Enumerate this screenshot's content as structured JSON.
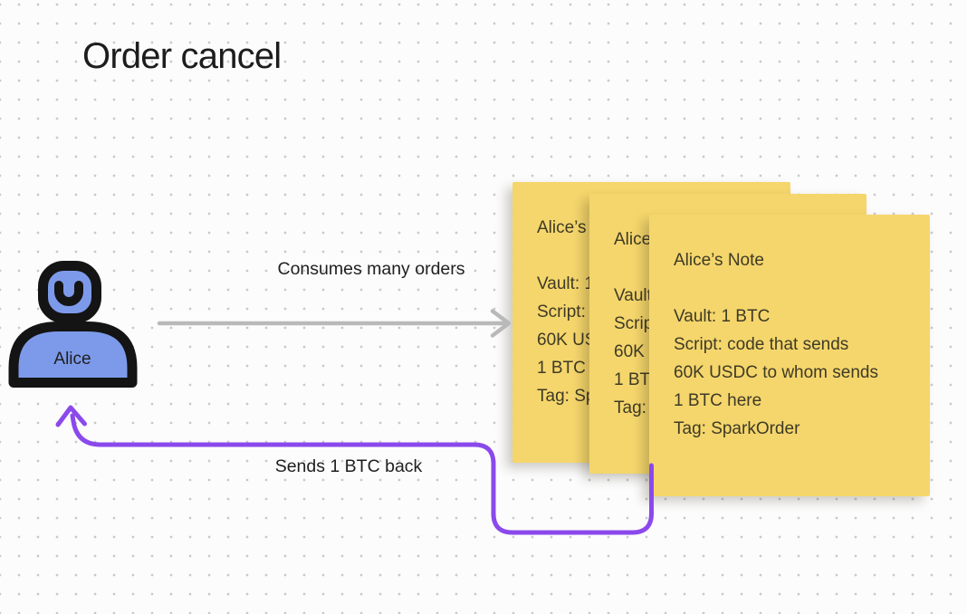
{
  "page": {
    "title": "Order cancel"
  },
  "canvas": {
    "bg": "#fcfcfc",
    "dot_color": "#c9c9c9"
  },
  "actor": {
    "label": "Alice",
    "fill": "#7d9aea",
    "stroke": "#141414"
  },
  "arrows": {
    "consumes": {
      "label": "Consumes many orders",
      "color": "#b9b9b9"
    },
    "sends_back": {
      "label": "Sends 1 BTC back",
      "color": "#8b49ec"
    }
  },
  "sticky_note": {
    "count": 3,
    "bg": "#f5d66c",
    "text_color": "#3e3a26",
    "title": "Alice’s Note",
    "body": "Vault: 1 BTC\nScript: code that sends\n60K USDC to whom sends\n1 BTC here\nTag: SparkOrder"
  }
}
